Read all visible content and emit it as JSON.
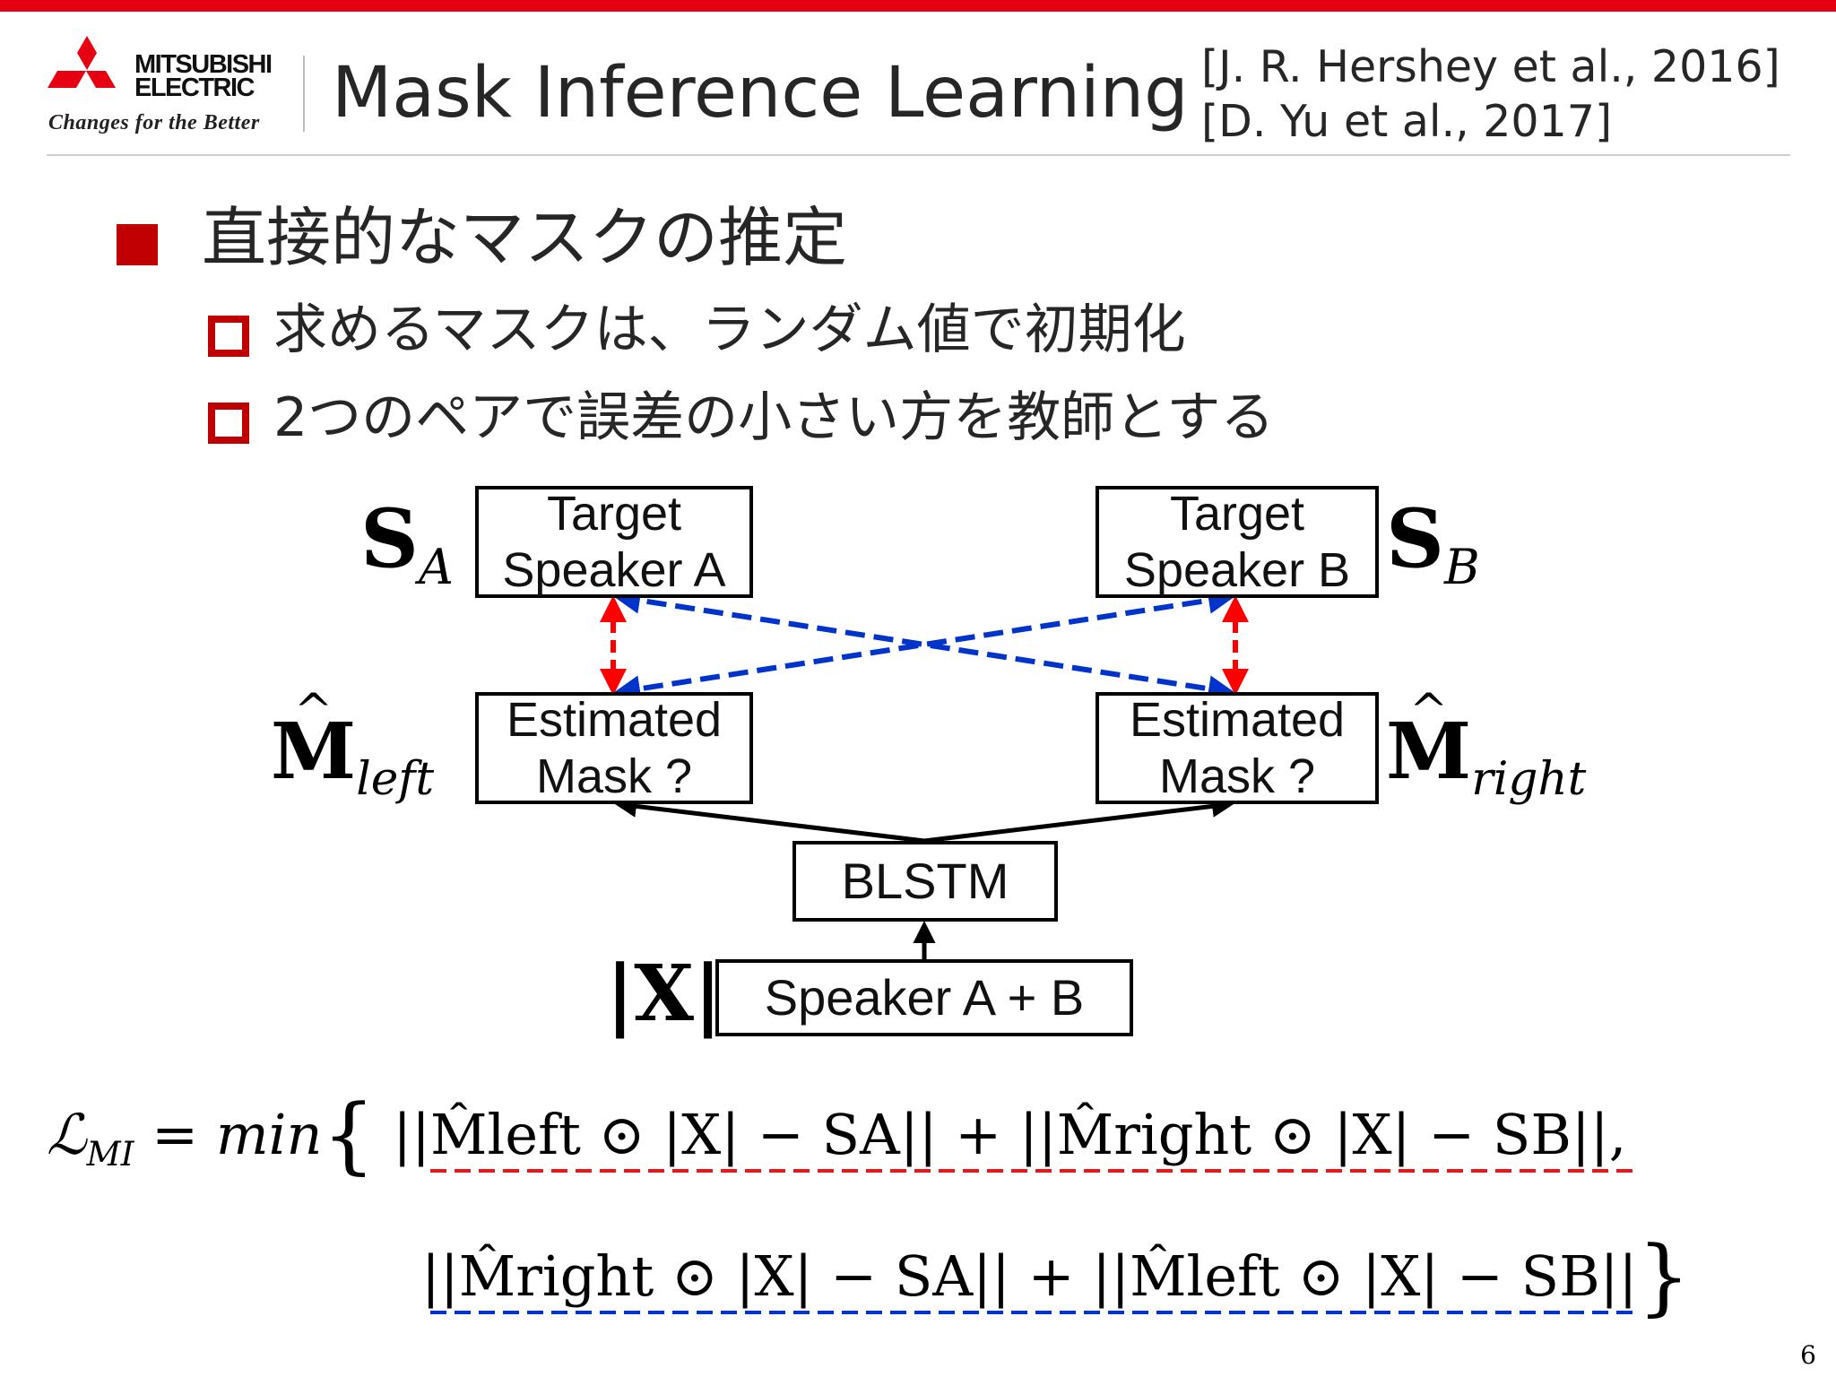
{
  "header": {
    "brand_line1": "MITSUBISHI",
    "brand_line2": "ELECTRIC",
    "tagline": "Changes for the Better",
    "title": "Mask Inference Learning",
    "ref1": "[J. R. Hershey et al., 2016]",
    "ref2": "[D. Yu et al., 2017]"
  },
  "content": {
    "heading": "直接的なマスクの推定",
    "bullets": [
      "求めるマスクは、ランダム値で初期化",
      "2つのペアで誤差の小さい方を教師とする"
    ]
  },
  "diagram": {
    "target_a": [
      "Target",
      "Speaker A"
    ],
    "target_b": [
      "Target",
      "Speaker B"
    ],
    "est_left": [
      "Estimated",
      "Mask ?"
    ],
    "est_right": [
      "Estimated",
      "Mask ?"
    ],
    "blstm": "BLSTM",
    "input": "Speaker A + B",
    "sym_sa": "S",
    "sym_sa_sub": "A",
    "sym_sb": "S",
    "sym_sb_sub": "B",
    "sym_mleft": "M",
    "sym_mleft_sub": "left",
    "sym_mright": "M",
    "sym_mright_sub": "right",
    "sym_x": "|X|"
  },
  "equation": {
    "loss_symbol": "ℒ",
    "loss_sub": "MI",
    "min_word": "min",
    "line1_terms": "||M̂left ⊙ |X| − SA|| + ||M̂right ⊙ |X| − SB||,",
    "line2_terms": "||M̂right ⊙ |X| − SA|| + ||M̂left ⊙ |X| − SB||"
  },
  "colors": {
    "brand_red": "#e60012",
    "bullet_red": "#c00000",
    "arrow_red": "#ff0000",
    "arrow_blue": "#0033cc"
  },
  "page_number": "6"
}
